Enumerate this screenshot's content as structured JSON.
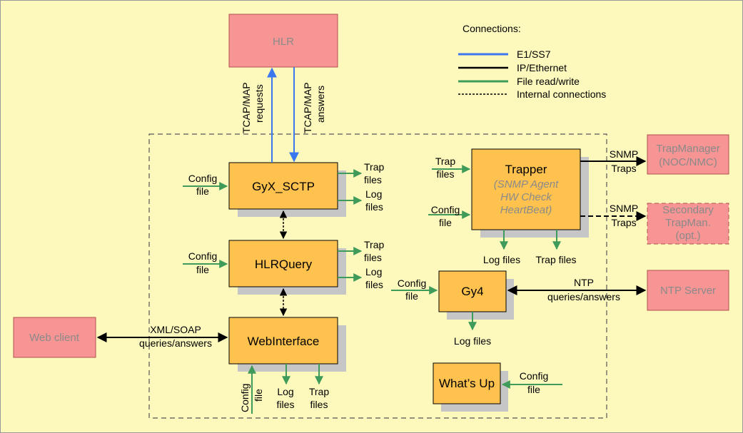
{
  "legend": {
    "title": "Connections:",
    "items": [
      {
        "label": "E1/SS7",
        "color": "#3b78f0",
        "style": "solid"
      },
      {
        "label": "IP/Ethernet",
        "color": "#000000",
        "style": "solid"
      },
      {
        "label": "File read/write",
        "color": "#3f9b5a",
        "style": "solid"
      },
      {
        "label": "Internal connections",
        "color": "#000000",
        "style": "dashed"
      }
    ]
  },
  "colors": {
    "background": "#fdf9bc",
    "external_node": "#f79494",
    "internal_node": "#ffc24f",
    "e1_ss7": "#3b78f0",
    "ip_ethernet": "#000000",
    "file_rw": "#3f9b5a"
  },
  "nodes": {
    "hlr": "HLR",
    "web_client": "Web client",
    "trap_manager": [
      "TrapManager",
      "(NOC/NMC)"
    ],
    "secondary_trapman": [
      "Secondary",
      "TrapMan.",
      "(opt.)"
    ],
    "ntp_server": "NTP Server",
    "gyx_sctp": "GyX_SCTP",
    "hlrquery": "HLRQuery",
    "webinterface": "WebInterface",
    "trapper": "Trapper",
    "trapper_sub": [
      "(SNMP Agent",
      "HW Check",
      "HeartBeat)"
    ],
    "gy4": "Gy4",
    "whats_up": "What’s Up"
  },
  "labels": {
    "tcap_requests": [
      "TCAP/MAP",
      "requests"
    ],
    "tcap_answers": [
      "TCAP/MAP",
      "answers"
    ],
    "config_file": [
      "Config",
      "file"
    ],
    "trap_files": [
      "Trap",
      "files"
    ],
    "log_files": [
      "Log",
      "files"
    ],
    "log_files_inline": "Log files",
    "trap_files_inline": "Trap files",
    "xml_soap": [
      "XML/SOAP",
      "queries/answers"
    ],
    "snmp_traps": [
      "SNMP",
      "Traps"
    ],
    "ntp": [
      "NTP",
      "queries/answers"
    ],
    "config_file_vertical": [
      "Config",
      "file"
    ]
  }
}
